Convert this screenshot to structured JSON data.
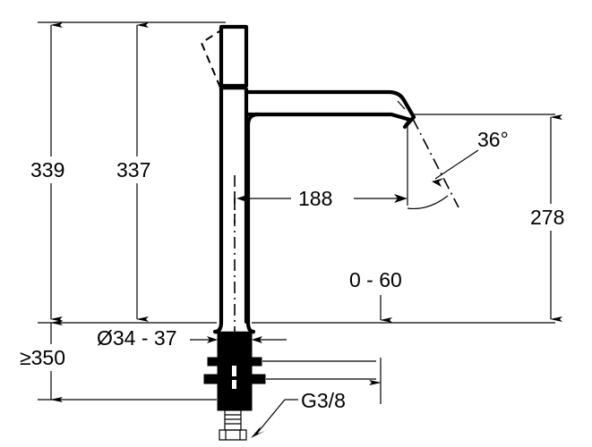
{
  "drawing": {
    "title": "Tall basin mixer tap dimensioned technical drawing",
    "units": "mm",
    "line_color": "#000000",
    "background_color": "#ffffff"
  },
  "dimensions": {
    "overall_height": "339",
    "spout_top_height": "337",
    "spout_reach": "188",
    "spout_outlet_height": "278",
    "spout_angle": "36°",
    "mounting_hole_diameter": "Ø34 - 37",
    "counter_thickness": "0 - 60",
    "min_install_height": "≥350",
    "supply_thread": "G3/8"
  },
  "labels": [
    {
      "id": "dim-339",
      "text": "339"
    },
    {
      "id": "dim-337",
      "text": "337"
    },
    {
      "id": "dim-188",
      "text": "188"
    },
    {
      "id": "dim-278",
      "text": "278"
    },
    {
      "id": "dim-36deg",
      "text": "36°"
    },
    {
      "id": "dim-diameter",
      "text": "Ø34 - 37"
    },
    {
      "id": "dim-0-60",
      "text": "0 - 60"
    },
    {
      "id": "dim-min350",
      "text": "≥350"
    },
    {
      "id": "label-thread",
      "text": "G3/8"
    }
  ]
}
